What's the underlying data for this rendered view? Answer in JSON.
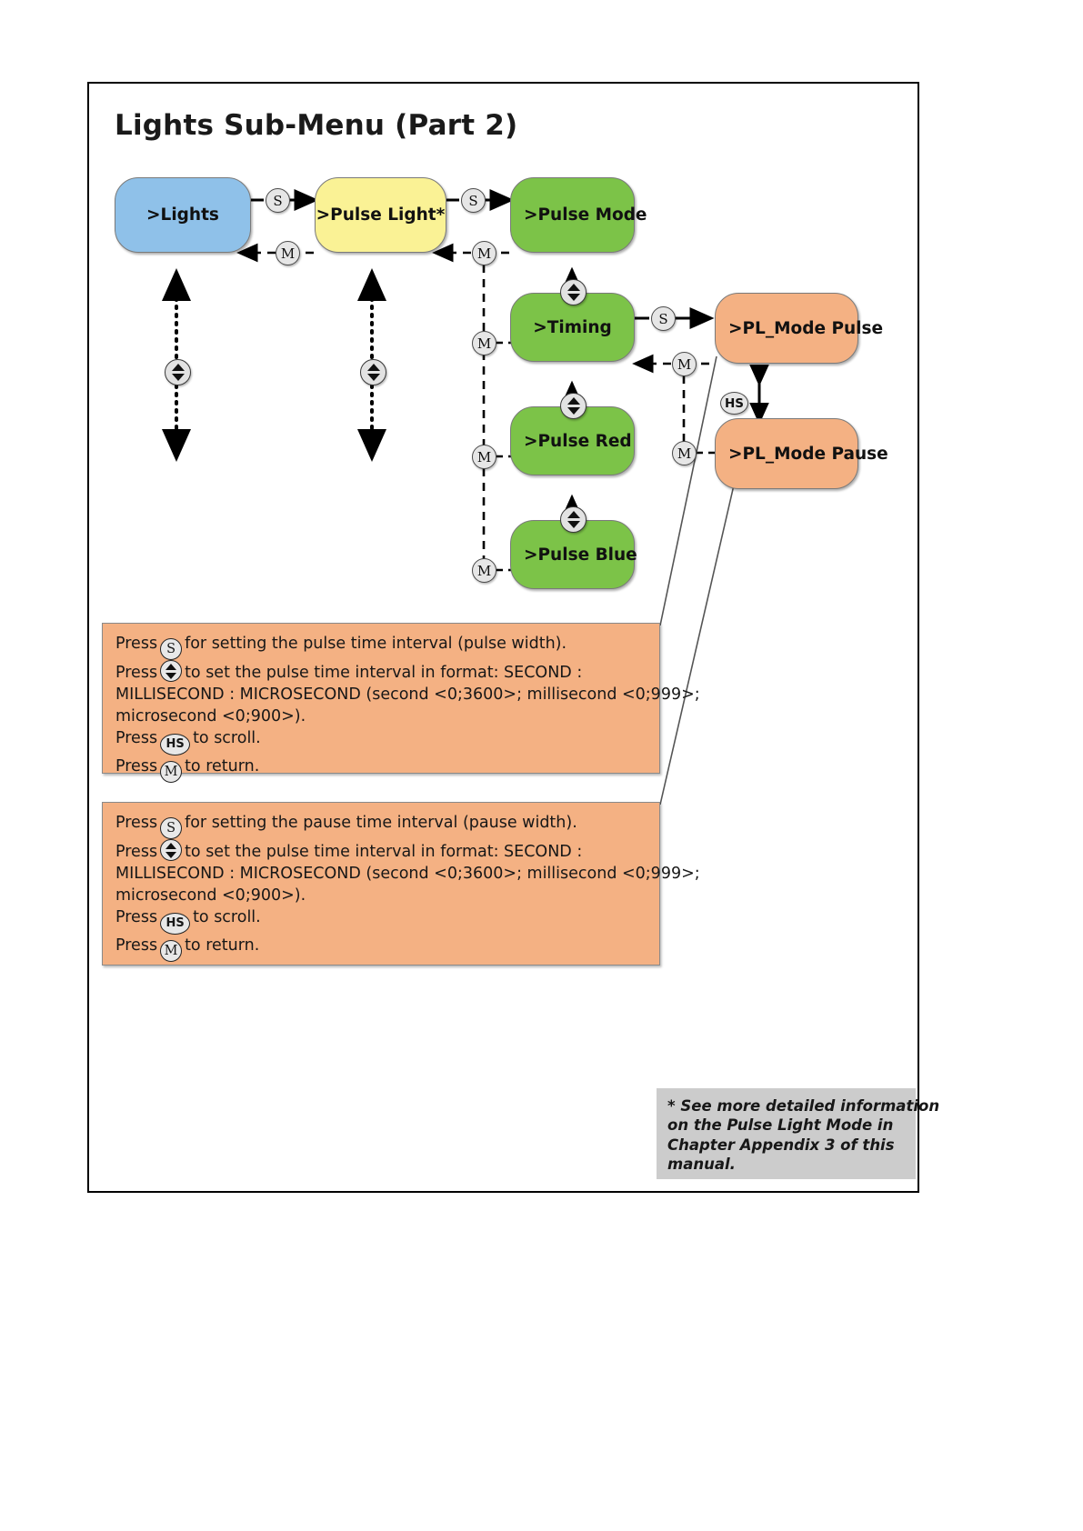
{
  "page": {
    "title": "Lights Sub-Menu (Part 2)"
  },
  "colors": {
    "blue": "#8FC1E9",
    "yellow": "#FAF295",
    "green": "#7CC348",
    "orange": "#F4B183",
    "badge": "#E6E6E6",
    "footnote_bg": "#CCCCCC",
    "border": "#7A7A7A"
  },
  "nodes": [
    {
      "id": "lights",
      "label": ">Lights",
      "color": "blue"
    },
    {
      "id": "pulse-light",
      "label": ">Pulse Light*",
      "color": "yellow"
    },
    {
      "id": "pulse-mode",
      "label": ">Pulse Mode",
      "color": "green"
    },
    {
      "id": "timing",
      "label": ">Timing",
      "color": "green"
    },
    {
      "id": "pulse-red",
      "label": ">Pulse Red",
      "color": "green"
    },
    {
      "id": "pulse-blue",
      "label": ">Pulse Blue",
      "color": "green"
    },
    {
      "id": "pl-mode-pulse",
      "label": ">PL_Mode Pulse",
      "color": "orange"
    },
    {
      "id": "pl-mode-pause",
      "label": ">PL_Mode Pause",
      "color": "orange"
    }
  ],
  "keys": {
    "s": "S",
    "m": "M",
    "hs": "HS"
  },
  "edge_badges": [
    {
      "id": "s-lights-to-pulselight",
      "key": "S"
    },
    {
      "id": "m-pulselight-to-lights",
      "key": "M"
    },
    {
      "id": "s-pulselight-to-pulsemode",
      "key": "S"
    },
    {
      "id": "m-pulsemode-to-pulselight",
      "key": "M"
    },
    {
      "id": "m-timing-return",
      "key": "M"
    },
    {
      "id": "m-pulsered-return",
      "key": "M"
    },
    {
      "id": "m-pulseblue-return",
      "key": "M"
    },
    {
      "id": "s-timing-to-plmodepulse",
      "key": "S"
    },
    {
      "id": "m-plmodepulse-to-timing",
      "key": "M"
    },
    {
      "id": "m-plmodepause-return",
      "key": "M"
    },
    {
      "id": "hs-plmode-scroll",
      "key": "HS"
    }
  ],
  "info_boxes": [
    {
      "id": "pulse-width-info",
      "lines": [
        {
          "pre": "Press",
          "key": "S",
          "post": "for setting the pulse time interval (pulse width)."
        },
        {
          "pre": "Press",
          "key": "UD",
          "post": "to set the pulse time interval in format: SECOND :"
        },
        {
          "plain": "MILLISECOND : MICROSECOND (second <0;3600>; millisecond <0;999>;"
        },
        {
          "plain": "microsecond <0;900>)."
        },
        {
          "pre": "Press",
          "key": "HS",
          "post": "to scroll."
        },
        {
          "pre": "Press",
          "key": "M",
          "post": "to return."
        }
      ]
    },
    {
      "id": "pause-width-info",
      "lines": [
        {
          "pre": "Press",
          "key": "S",
          "post": "for setting the pause time interval (pause width)."
        },
        {
          "pre": "Press",
          "key": "UD",
          "post": "to set the pulse time interval in format: SECOND :"
        },
        {
          "plain": "MILLISECOND : MICROSECOND (second <0;3600>; millisecond <0;999>;"
        },
        {
          "plain": "microsecond <0;900>)."
        },
        {
          "pre": "Press",
          "key": "HS",
          "post": "to scroll."
        },
        {
          "pre": "Press",
          "key": "M",
          "post": "to return."
        }
      ]
    }
  ],
  "footnote": {
    "lines": [
      "* See more detailed information",
      "on the Pulse Light Mode in",
      "Chapter Appendix 3 of this",
      "manual."
    ]
  }
}
